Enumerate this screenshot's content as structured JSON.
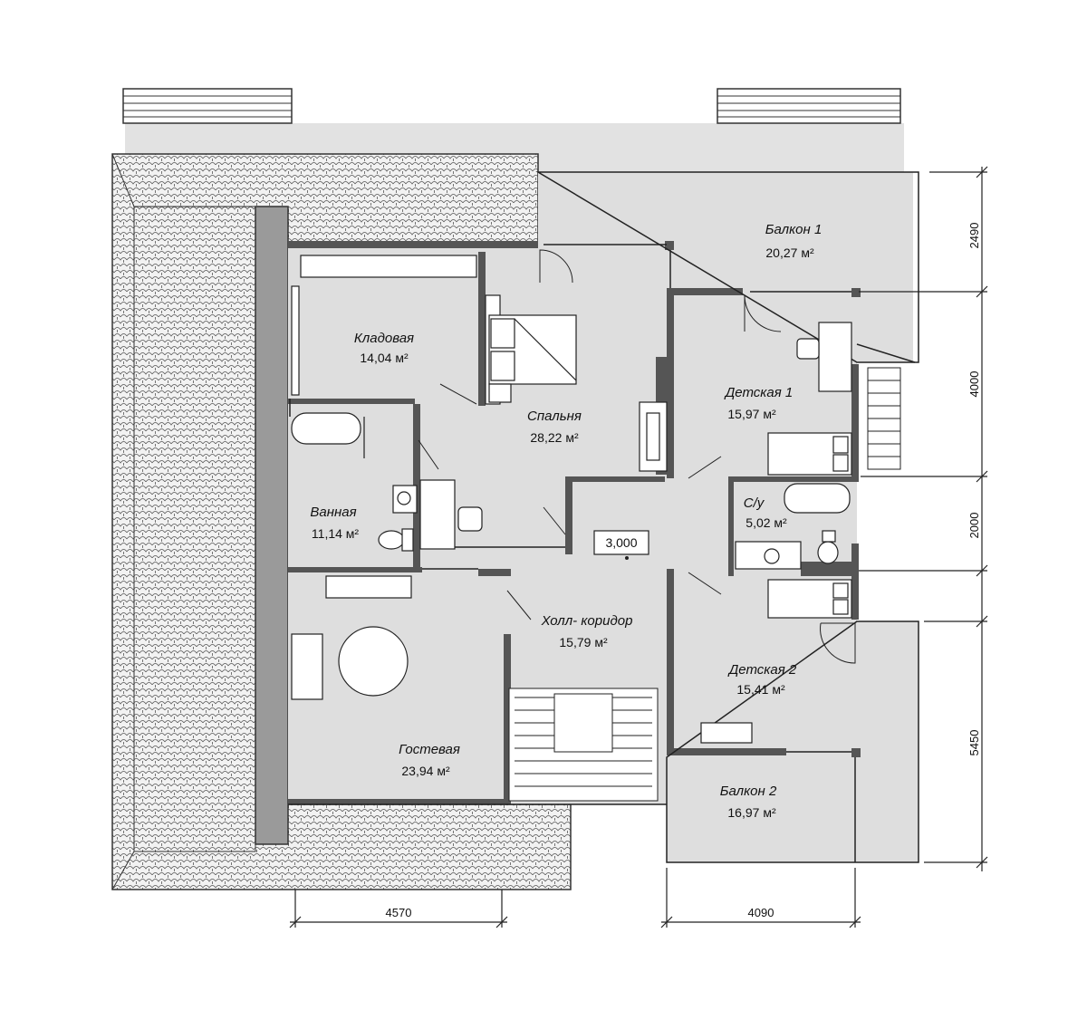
{
  "rooms": {
    "balcony1": {
      "name": "Балкон 1",
      "area": "20,27 м²"
    },
    "storage": {
      "name": "Кладовая",
      "area": "14,04 м²"
    },
    "bedroom": {
      "name": "Спальня",
      "area": "28,22 м²"
    },
    "kids1": {
      "name": "Детская 1",
      "area": "15,97 м²"
    },
    "bathroom": {
      "name": "Ванная",
      "area": "11,14 м²"
    },
    "wc": {
      "name": "С/у",
      "area": "5,02 м²"
    },
    "hall": {
      "name": "Холл- коридор",
      "area": "15,79 м²"
    },
    "kids2": {
      "name": "Детская 2",
      "area": "15,41 м²"
    },
    "guest": {
      "name": "Гостевая",
      "area": "23,94 м²"
    },
    "balcony2": {
      "name": "Балкон 2",
      "area": "16,97 м²"
    }
  },
  "level_mark": "3,000",
  "dimensions": {
    "right": [
      "2490",
      "4000",
      "2000",
      "5450"
    ],
    "bottom": [
      "4570",
      "4090"
    ]
  },
  "colors": {
    "floor": "#dedede",
    "wall": "#555555",
    "roof_fill": "#efefef",
    "roof_line": "#444444",
    "line": "#222222"
  }
}
